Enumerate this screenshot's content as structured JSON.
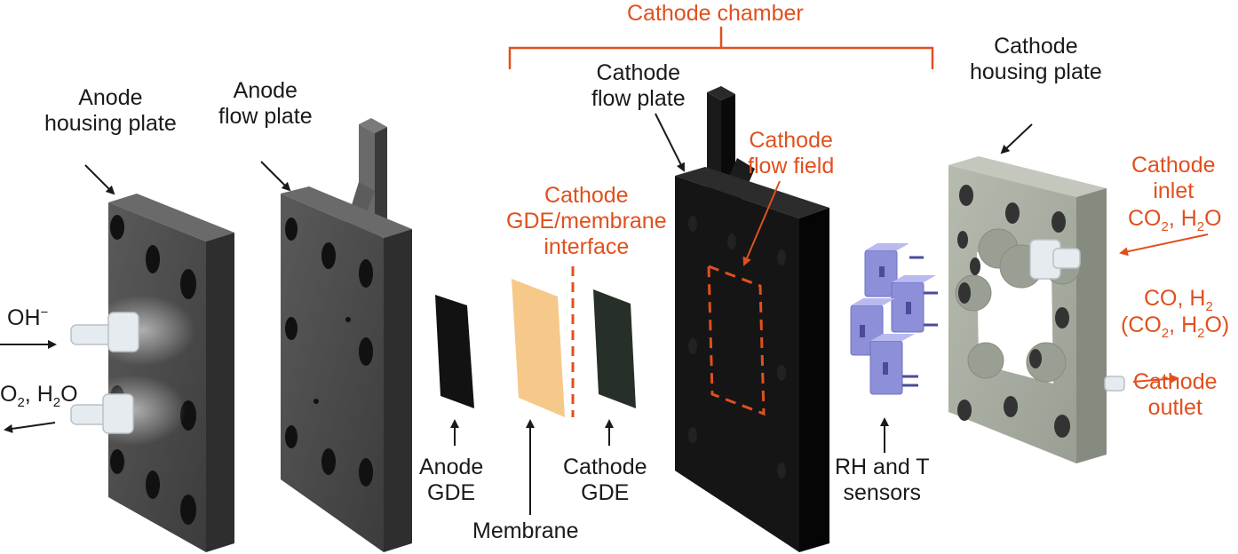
{
  "labels": {
    "anode_housing": [
      "Anode",
      "housing plate"
    ],
    "anode_flow": [
      "Anode",
      "flow plate"
    ],
    "cathode_chamber": "Cathode chamber",
    "cathode_flow_plate": [
      "Cathode",
      "flow plate"
    ],
    "cathode_housing": [
      "Cathode",
      "housing plate"
    ],
    "cathode_flow_field": [
      "Cathode",
      "flow field"
    ],
    "interface": [
      "Cathode",
      "GDE/membrane",
      "interface"
    ],
    "cathode_inlet": [
      "Cathode",
      "inlet"
    ],
    "inlet_species": {
      "a": "CO",
      "a_sub": "2",
      "b": ", H",
      "b_sub": "2",
      "c": "O"
    },
    "outlet_species_1": {
      "a": "CO, H",
      "a_sub": "2"
    },
    "outlet_species_2": {
      "a": "(CO",
      "a_sub": "2",
      "b": ", H",
      "b_sub": "2",
      "c": "O)"
    },
    "cathode_outlet": [
      "Cathode",
      "outlet"
    ],
    "oh": {
      "a": "OH",
      "sup": "−"
    },
    "o2h2o": {
      "a": "O",
      "a_sub": "2",
      "b": ", H",
      "b_sub": "2",
      "c": "O"
    },
    "anode_gde": [
      "Anode",
      "GDE"
    ],
    "membrane": "Membrane",
    "cathode_gde": [
      "Cathode",
      "GDE"
    ],
    "sensors": [
      "RH and T",
      "sensors"
    ]
  },
  "colors": {
    "accent": "#e0501e",
    "plate_dark_face": "#4a4a4a",
    "plate_black_face": "#151515",
    "housing_gray": "#a6ab9f",
    "membrane": "#f6c98a",
    "sensor": "#8d8fd8"
  }
}
